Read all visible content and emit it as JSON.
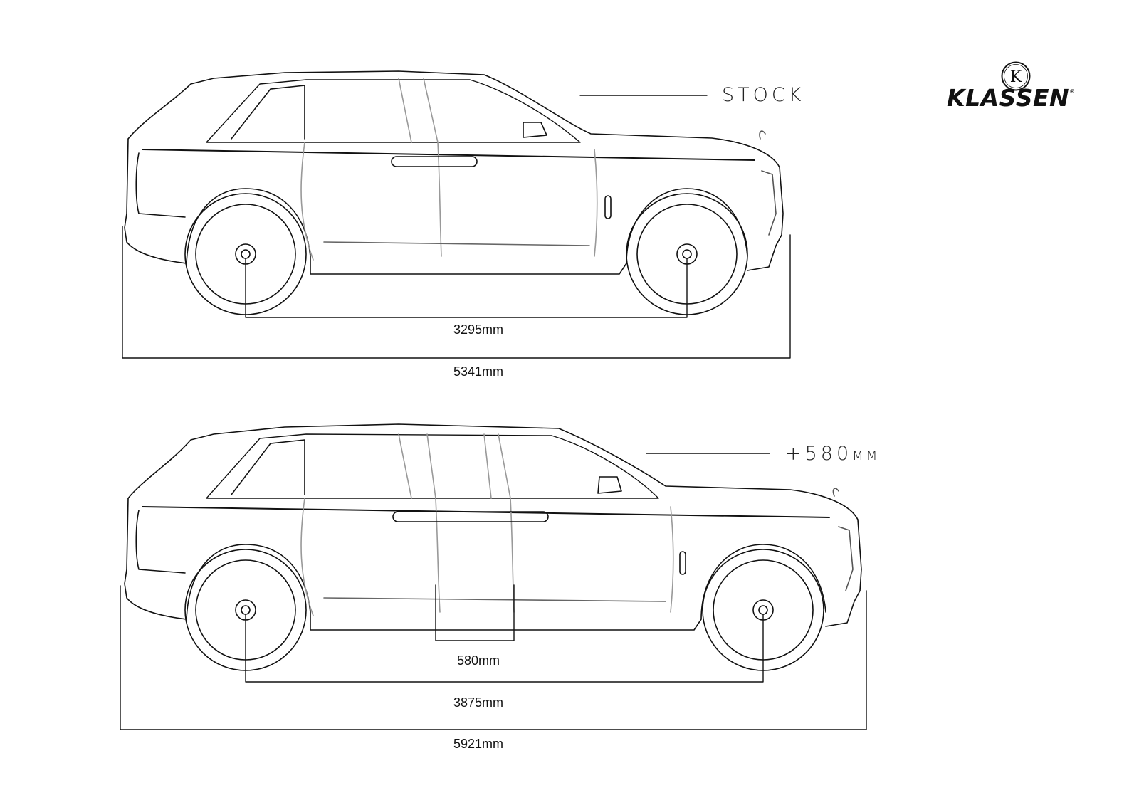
{
  "brand": {
    "name": "KLASSEN",
    "registered_mark": "®",
    "emblem_letter": "K"
  },
  "variants": {
    "stock": {
      "label": "STOCK",
      "wheelbase": "3295mm",
      "overall_length": "5341mm"
    },
    "extended": {
      "label_prefix": "+580",
      "label_unit": "MM",
      "extension": "580mm",
      "wheelbase": "3875mm",
      "overall_length": "5921mm"
    }
  },
  "colors": {
    "line": "#111111",
    "light_line": "#999999",
    "background": "#ffffff"
  }
}
